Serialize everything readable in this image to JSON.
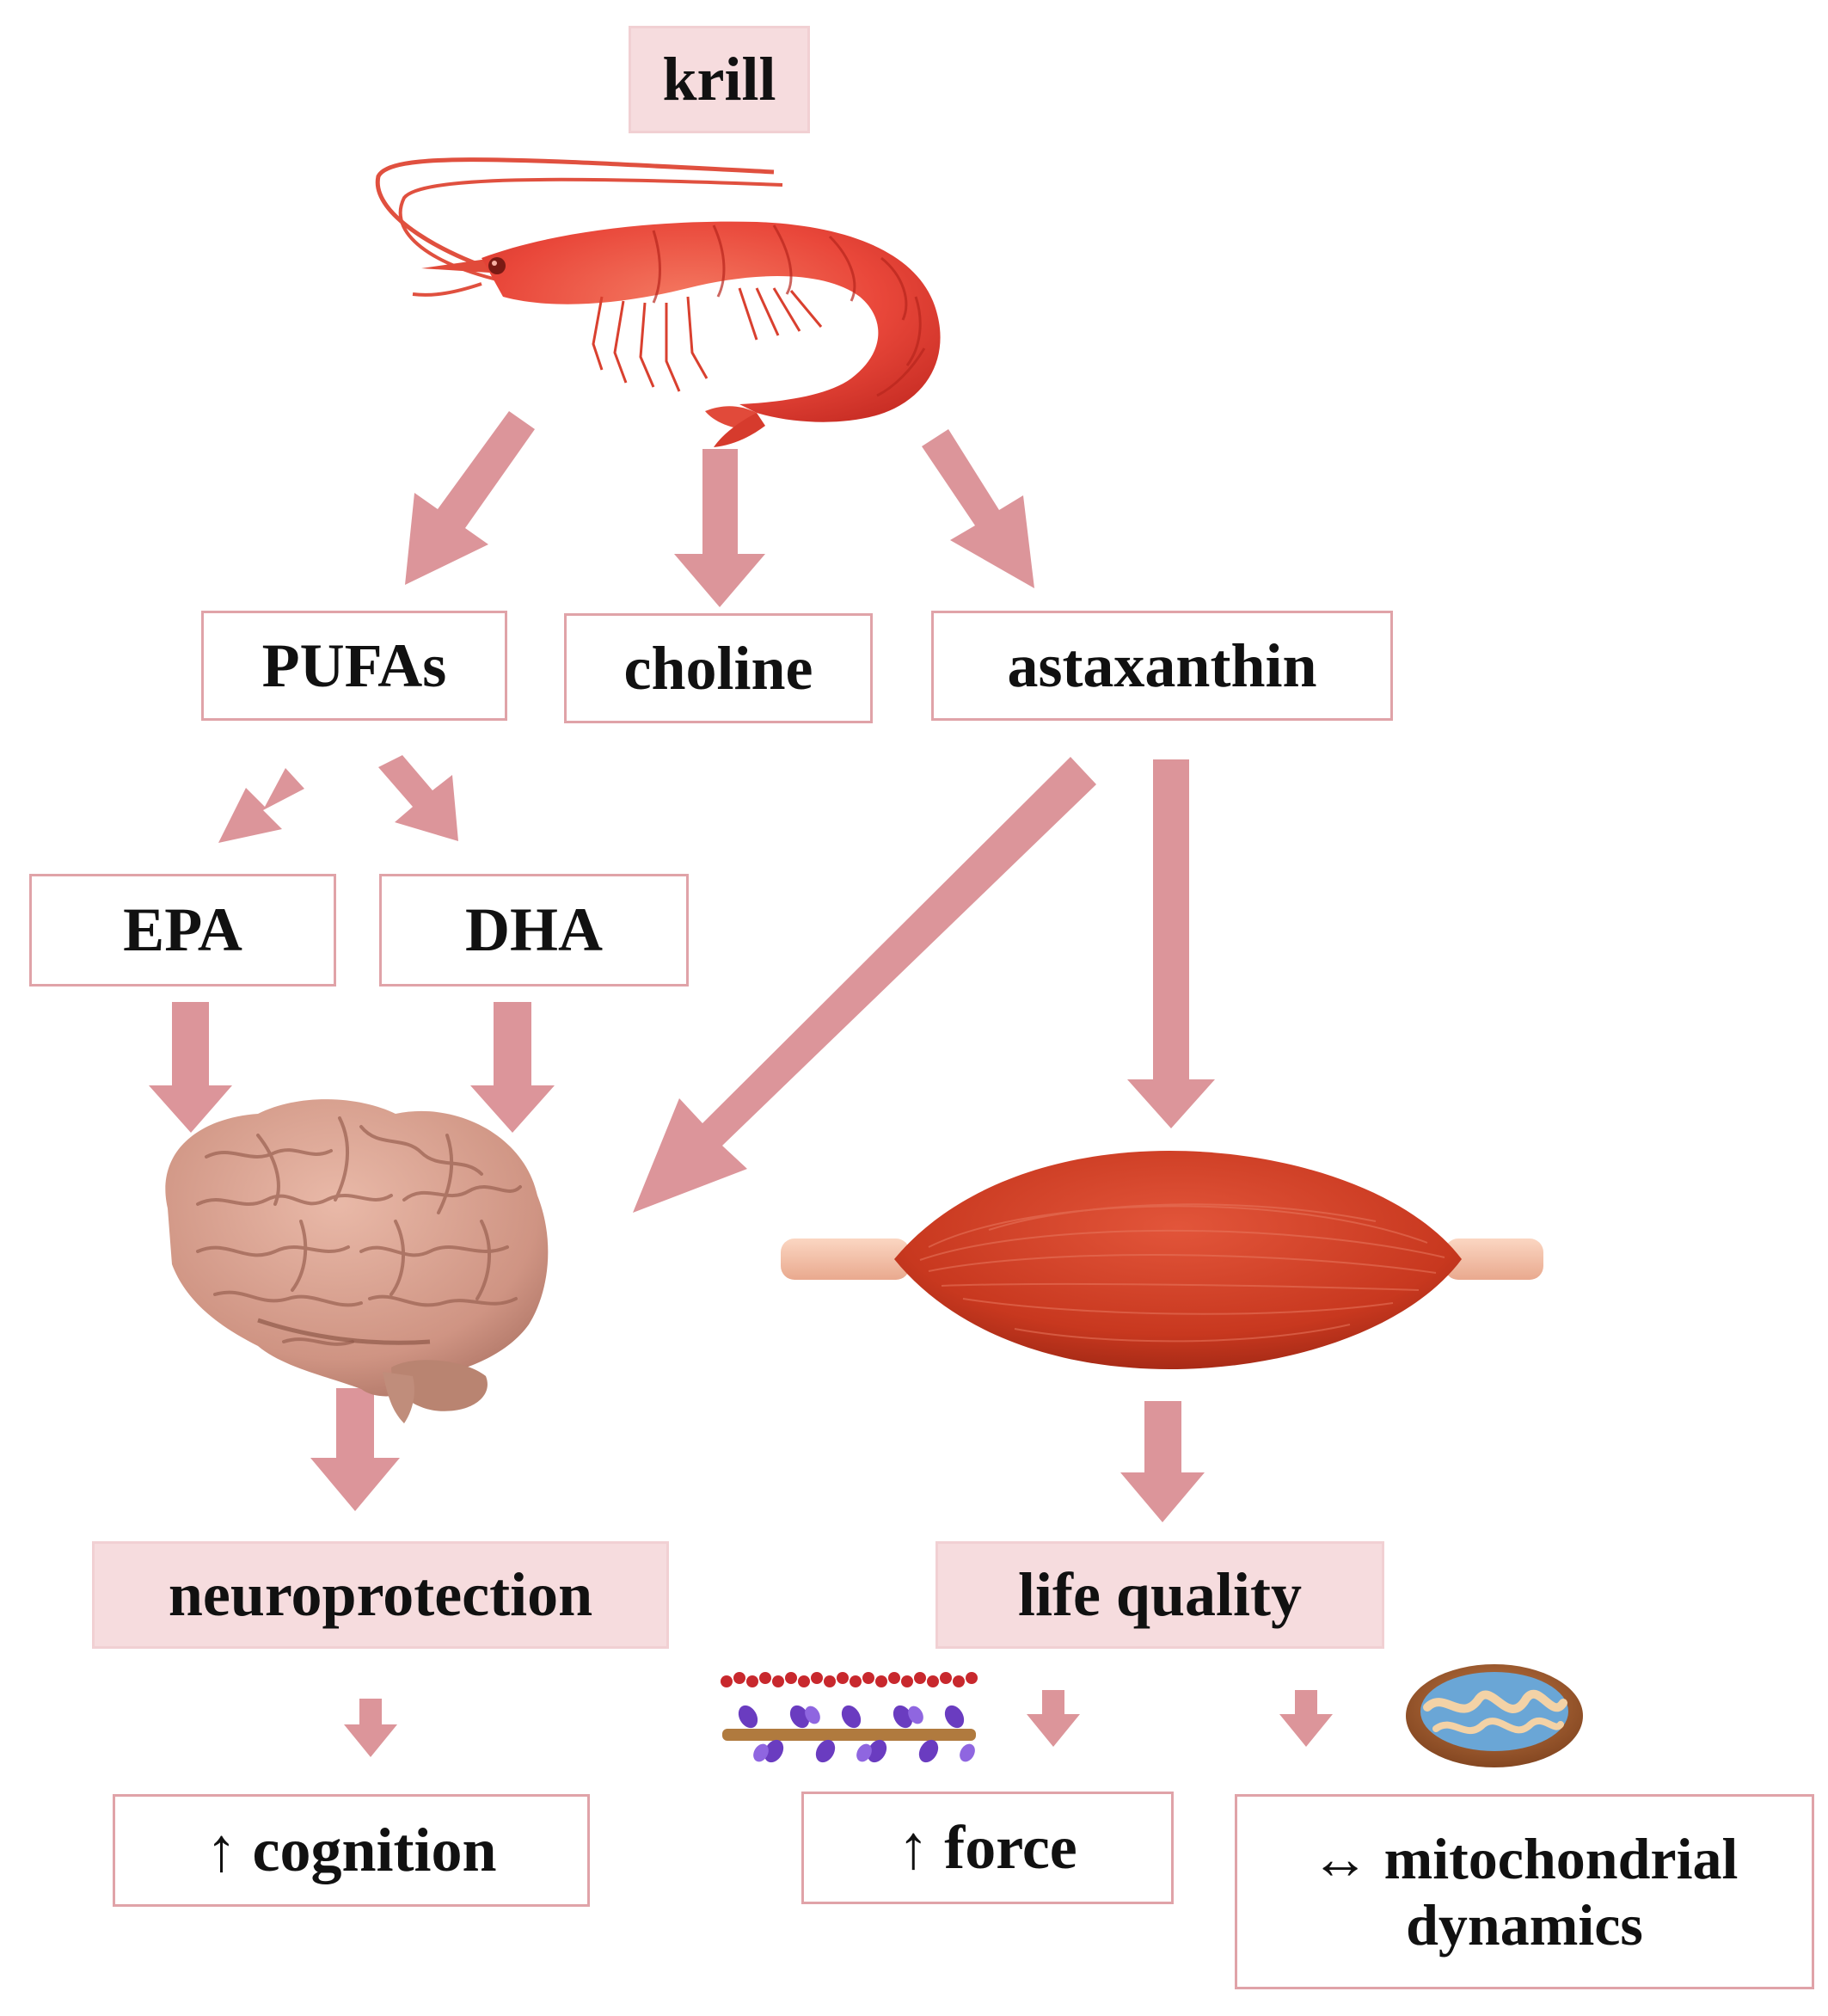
{
  "diagram": {
    "colors": {
      "arrow": "#dc959a",
      "box_border": "#e0a3a8",
      "box_fill": "#f6dcde",
      "text": "#111111"
    },
    "nodes": {
      "krill": "krill",
      "pufas": "PUFAs",
      "choline": "choline",
      "astaxanthin": "astaxanthin",
      "epa": "EPA",
      "dha": "DHA",
      "neuroprotection": "neuroprotection",
      "life_quality": "life quality",
      "cognition": "↑ cognition",
      "force": "↑ force",
      "mito_line1": "↔ mitochondrial",
      "mito_line2": "dynamics"
    },
    "illustrations": [
      "shrimp-illustration",
      "brain-illustration",
      "muscle-illustration",
      "sarcomere-illustration",
      "mitochondrion-illustration"
    ]
  }
}
